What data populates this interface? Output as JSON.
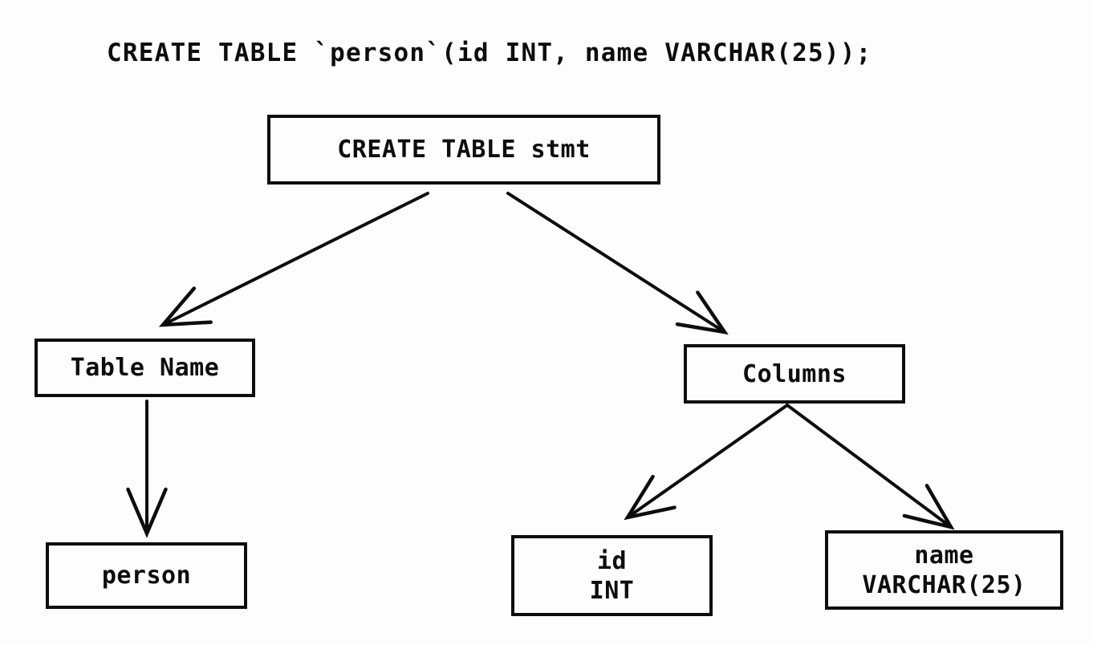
{
  "page": {
    "background_color": "#fdfdfd",
    "ink_color": "#0d0d0d"
  },
  "sql_statement": "CREATE TABLE `person`(id INT, name VARCHAR(25));",
  "tree": {
    "nodes": [
      {
        "id": "create-table-stmt",
        "lines": [
          "CREATE TABLE stmt"
        ]
      },
      {
        "id": "table-name",
        "lines": [
          "Table Name"
        ]
      },
      {
        "id": "columns",
        "lines": [
          "Columns"
        ]
      },
      {
        "id": "person",
        "lines": [
          "person"
        ]
      },
      {
        "id": "id-int",
        "lines": [
          "id",
          "INT"
        ]
      },
      {
        "id": "name-varchar",
        "lines": [
          "name",
          "VARCHAR(25)"
        ]
      }
    ],
    "edges": [
      {
        "from": "create-table-stmt",
        "to": "table-name"
      },
      {
        "from": "create-table-stmt",
        "to": "columns"
      },
      {
        "from": "table-name",
        "to": "person"
      },
      {
        "from": "columns",
        "to": "id-int"
      },
      {
        "from": "columns",
        "to": "name-varchar"
      }
    ]
  }
}
